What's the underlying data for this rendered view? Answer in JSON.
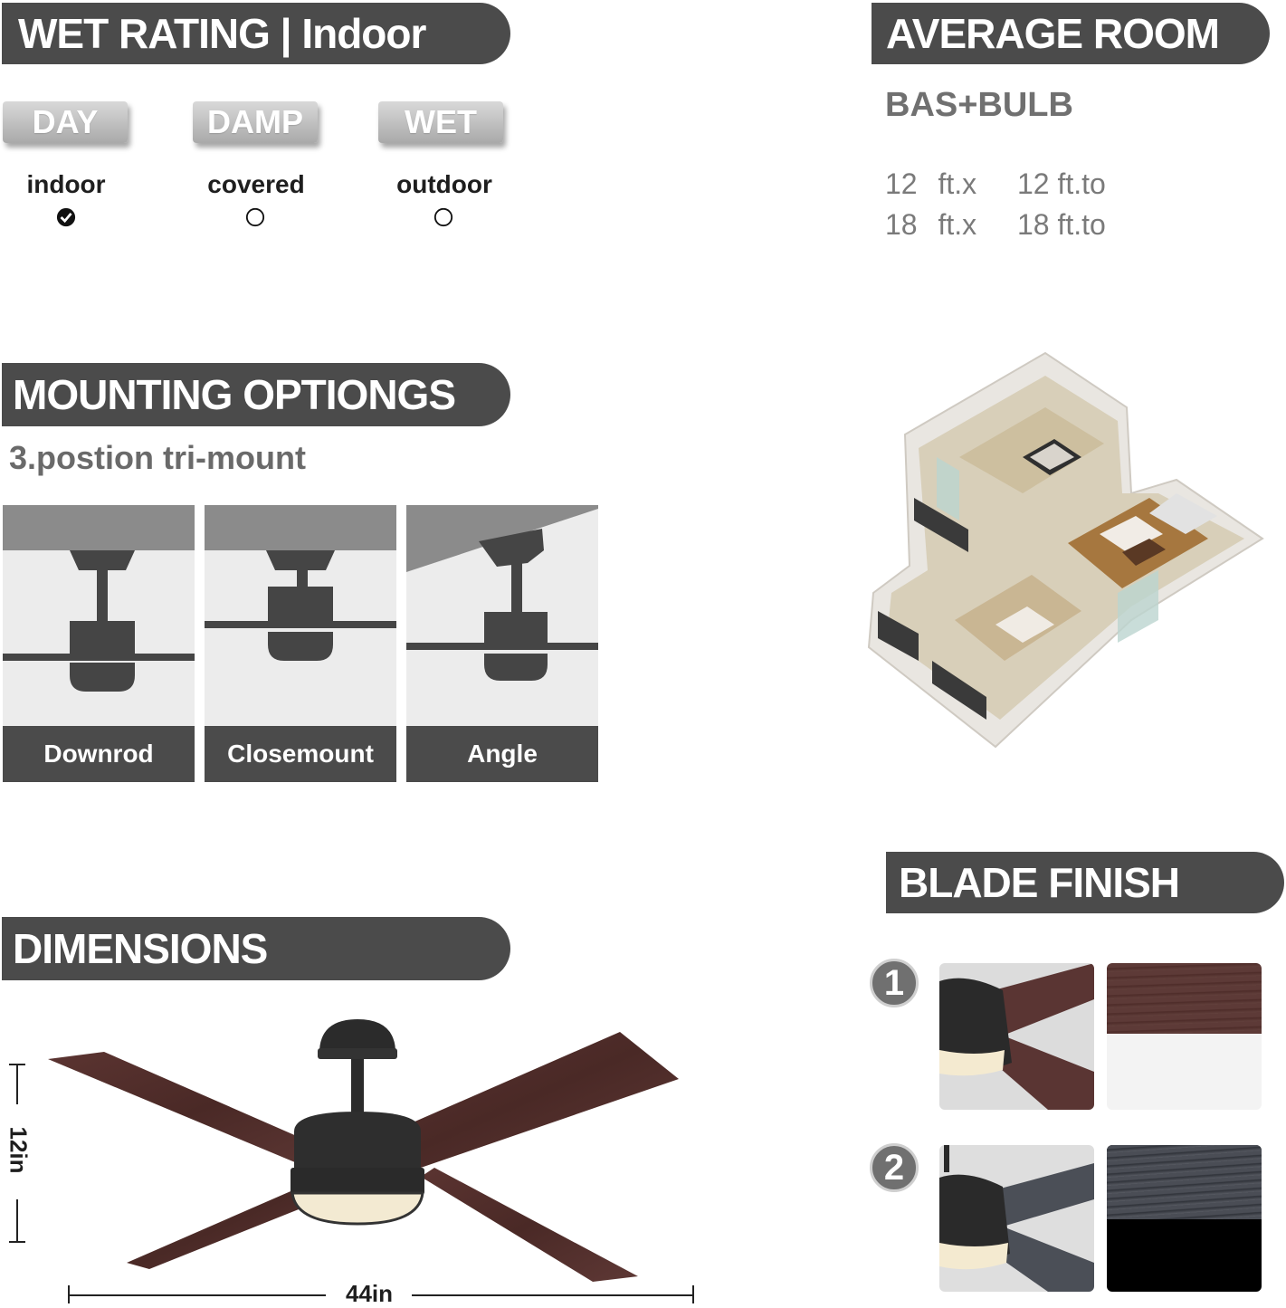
{
  "wet_rating": {
    "title": "WET RATING | Indoor",
    "items": [
      {
        "chip": "DAY",
        "label": "indoor",
        "selected": true
      },
      {
        "chip": "DAMP",
        "label": "covered",
        "selected": false
      },
      {
        "chip": "WET",
        "label": "outdoor",
        "selected": false
      }
    ]
  },
  "average_room": {
    "title": "AVERAGE ROOM",
    "subtitle": "BAS+BULB",
    "sizes": [
      {
        "a": "12",
        "a_unit": "ft.x",
        "b": "12 ft.to"
      },
      {
        "a": "18",
        "a_unit": "ft.x",
        "b": "18 ft.to"
      }
    ]
  },
  "mounting": {
    "title": "MOUNTING OPTIONGS",
    "subtitle": "3.postion tri-mount",
    "options": [
      "Downrod",
      "Closemount",
      "Angle"
    ]
  },
  "blade_finish": {
    "title": "BLADE FINISH",
    "options": [
      {
        "number": "1",
        "colors": [
          "#5a3a36",
          "#ffffff"
        ]
      },
      {
        "number": "2",
        "colors": [
          "#4a4d55",
          "#000000"
        ]
      }
    ]
  },
  "dimensions": {
    "title": "DIMENSIONS",
    "height": "12in",
    "width": "44in"
  },
  "colors": {
    "banner": "#4b4b4b",
    "wood_dark": "#4e2c29",
    "metal_dark": "#2e2e2e"
  }
}
